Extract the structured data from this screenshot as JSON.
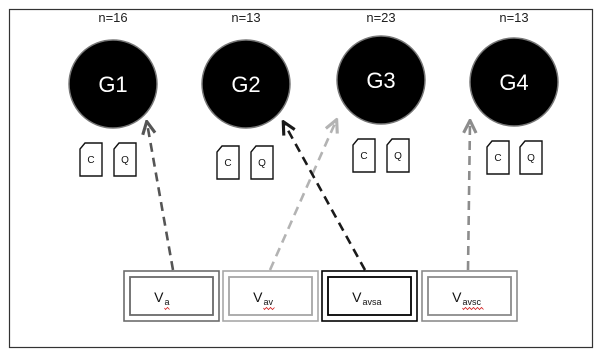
{
  "groups": [
    {
      "label": "G1",
      "count": "n=16",
      "cards": [
        "C",
        "Q"
      ]
    },
    {
      "label": "G2",
      "count": "n=13",
      "cards": [
        "C",
        "Q"
      ]
    },
    {
      "label": "G3",
      "count": "n=23",
      "cards": [
        "C",
        "Q"
      ]
    },
    {
      "label": "G4",
      "count": "n=13",
      "cards": [
        "C",
        "Q"
      ]
    }
  ],
  "variants": [
    {
      "main": "V",
      "sub": "a",
      "border": "#6a6a6a",
      "underline": true
    },
    {
      "main": "V",
      "sub": "av",
      "border": "#a6a6a6",
      "underline": true
    },
    {
      "main": "V",
      "sub": "avsa",
      "border": "#000000",
      "underline": false
    },
    {
      "main": "V",
      "sub": "avsc",
      "border": "#8a8a8a",
      "underline": true
    }
  ],
  "arrows": [
    {
      "from_variant": 0,
      "to_group": 0,
      "color": "#555555"
    },
    {
      "from_variant": 1,
      "to_group": 2,
      "color": "#b3b3b3"
    },
    {
      "from_variant": 2,
      "to_group": 1,
      "color": "#1a1a1a"
    },
    {
      "from_variant": 3,
      "to_group": 3,
      "color": "#8c8c8c"
    }
  ],
  "colors": {
    "node_fill": "#000000",
    "frame": "#333333",
    "underline": "#d22020"
  }
}
